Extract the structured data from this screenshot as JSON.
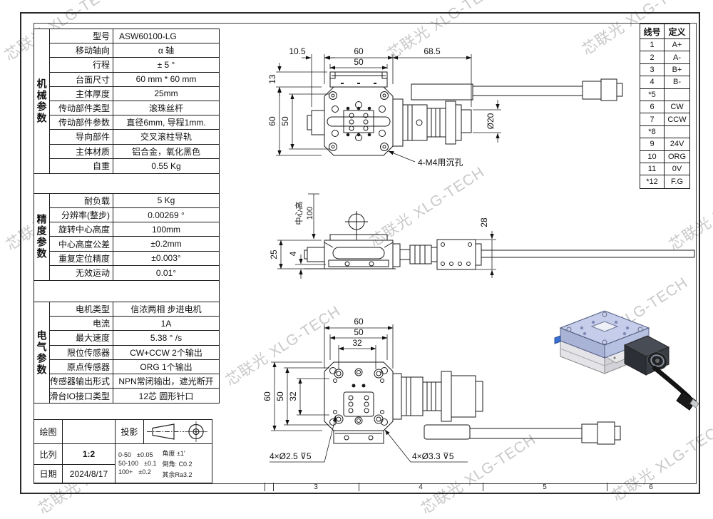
{
  "watermark": {
    "text": "芯联光 XLG-TECH"
  },
  "frame": {
    "zone_labels": [
      "3",
      "4",
      "5",
      "6"
    ]
  },
  "spec_table": {
    "sections": [
      {
        "category": "机械参数",
        "rows": [
          {
            "label": "型号",
            "value": "ASW60100-LG"
          },
          {
            "label": "移动轴向",
            "value": "α 轴"
          },
          {
            "label": "行程",
            "value": "± 5 °"
          },
          {
            "label": "台面尺寸",
            "value": "60 mm * 60 mm"
          },
          {
            "label": "主体厚度",
            "value": "25mm"
          },
          {
            "label": "传动部件类型",
            "value": "滚珠丝杆"
          },
          {
            "label": "传动部件参数",
            "value": "直径6mm, 导程1mm."
          },
          {
            "label": "导向部件",
            "value": "交叉滚柱导轨"
          },
          {
            "label": "主体材质",
            "value": "铝合金，氧化黑色"
          },
          {
            "label": "自重",
            "value": "0.55 Kg"
          }
        ]
      },
      {
        "category": "精度参数",
        "rows": [
          {
            "label": "耐负载",
            "value": "5 Kg"
          },
          {
            "label": "分辨率(整步)",
            "value": "0.00269 °"
          },
          {
            "label": "旋转中心高度",
            "value": "100mm"
          },
          {
            "label": "中心高度公差",
            "value": "±0.2mm"
          },
          {
            "label": "重复定位精度",
            "value": "±0.003°"
          },
          {
            "label": "无效运动",
            "value": "0.01°"
          }
        ]
      },
      {
        "category": "电气参数",
        "rows": [
          {
            "label": "电机类型",
            "value": "信浓两相 步进电机"
          },
          {
            "label": "电流",
            "value": "1A"
          },
          {
            "label": "最大速度",
            "value": "5.38 ° /s"
          },
          {
            "label": "限位传感器",
            "value": "CW+CCW 2个输出"
          },
          {
            "label": "原点传感器",
            "value": "ORG 1个输出"
          },
          {
            "label": "传感器输出形式",
            "value": "NPN常闭输出，遮光断开"
          },
          {
            "label": "滑台IO接口类型",
            "value": "12芯 圆形针口"
          }
        ]
      }
    ]
  },
  "wire_table": {
    "col1": "线号",
    "col2": "定义",
    "rows": [
      {
        "no": "1",
        "def": "A+"
      },
      {
        "no": "2",
        "def": "A-"
      },
      {
        "no": "3",
        "def": "B+"
      },
      {
        "no": "4",
        "def": "B-"
      },
      {
        "no": "*5",
        "def": ""
      },
      {
        "no": "6",
        "def": "CW"
      },
      {
        "no": "7",
        "def": "CCW"
      },
      {
        "no": "*8",
        "def": ""
      },
      {
        "no": "9",
        "def": "24V"
      },
      {
        "no": "10",
        "def": "ORG"
      },
      {
        "no": "11",
        "def": "0V"
      },
      {
        "no": "*12",
        "def": "F.G"
      }
    ]
  },
  "title_block": {
    "draw_label": "绘图",
    "draw_value": "",
    "projection_label": "投影",
    "scale_label": "比列",
    "scale_value": "1:2",
    "date_label": "日期",
    "date_value": "2024/8/17",
    "tol_ranges": [
      "0-50",
      "50-100",
      "100+"
    ],
    "tol_values": [
      "±0.05",
      "±0.1",
      "±0.2"
    ],
    "tol_notes": [
      "角度 ±1'",
      "倒角: C0.2",
      "其余Ra3.2"
    ]
  },
  "views": {
    "top": {
      "dim_10_5": "10.5",
      "dim_60": "60",
      "dim_50": "50",
      "dim_68_5": "68.5",
      "dim_13": "13",
      "dim_60v": "60",
      "dim_50v": "50",
      "dim_d20": "Ø20",
      "note_counterbore": "4-M4用沉孔"
    },
    "front": {
      "center_height_label": "中心高",
      "dim_100": "100",
      "dim_25": "25",
      "dim_4": "4",
      "dim_28": "28"
    },
    "bottom": {
      "dim_60": "60",
      "dim_50": "50",
      "dim_32": "32",
      "dim_60v": "60",
      "dim_50v": "50",
      "dim_32v": "32",
      "note_small_holes": "4×Ø2.5 ⊽5",
      "note_large_holes": "4×Ø3.3 ⊽5"
    }
  },
  "render_colors": {
    "stage_top": "#c5cdea",
    "stage_side": "#a9b3d6",
    "base": "#e4e4e8",
    "motor_dark": "#2c3036",
    "cable": "#141414"
  }
}
